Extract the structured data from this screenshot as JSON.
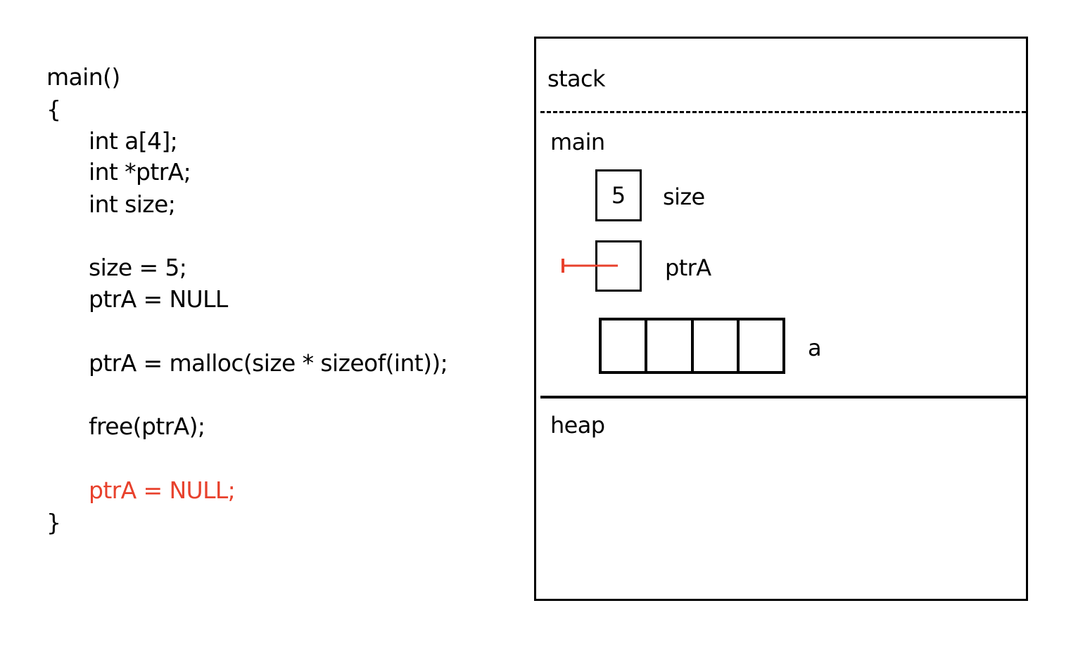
{
  "code": {
    "lines": [
      "main()",
      "{",
      "int a[4];",
      "int *ptrA;",
      "int size;",
      "size = 5;",
      "ptrA = NULL",
      "ptrA = malloc(size * sizeof(int));",
      "free(ptrA);",
      "ptrA = NULL;",
      "}"
    ],
    "highlight_color": "#e8412c"
  },
  "memory": {
    "stack_label": "stack",
    "frame_label": "main",
    "heap_label": "heap",
    "variables": {
      "size": {
        "name": "size",
        "value": "5"
      },
      "ptrA": {
        "name": "ptrA",
        "value": "NULL"
      },
      "a": {
        "name": "a",
        "length": 4
      }
    },
    "null_pointer_color": "#e8412c"
  }
}
